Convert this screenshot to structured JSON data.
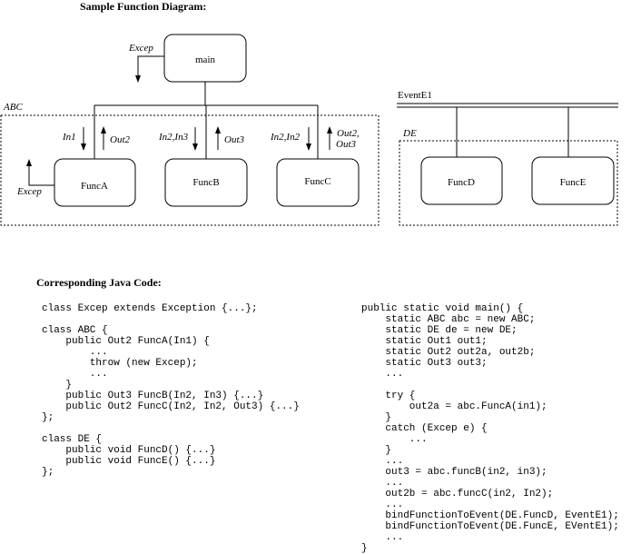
{
  "diagram": {
    "title": "Sample Function Diagram:",
    "main_label": "main",
    "main_exception": "Excep",
    "group_abc_label": "ABC",
    "group_de_label": "DE",
    "event_label": "EventE1",
    "funcs_abc": [
      {
        "label": "FuncA",
        "in_label": "In1",
        "out_label": "Out2"
      },
      {
        "label": "FuncB",
        "in_label": "In2,In3",
        "out_label": "Out3"
      },
      {
        "label": "FuncC",
        "in_label": "In2,In2",
        "out_label_1": "Out2,",
        "out_label_2": "Out3"
      }
    ],
    "funca_exception": "Excep",
    "funcs_de": [
      {
        "label": "FuncD"
      },
      {
        "label": "FuncE"
      }
    ]
  },
  "code": {
    "title": "Corresponding Java Code:",
    "left_lines": [
      "class Excep extends Exception {...};",
      "",
      "class ABC {",
      "    public Out2 FuncA(In1) {",
      "        ...",
      "        throw (new Excep);",
      "        ...",
      "    }",
      "    public Out3 FuncB(In2, In3) {...}",
      "    public Out2 FuncC(In2, In2, Out3) {...}",
      "};",
      "",
      "class DE {",
      "    public void FuncD() {...}",
      "    public void FuncE() {...}",
      "};"
    ],
    "right_lines": [
      "public static void main() {",
      "    static ABC abc = new ABC;",
      "    static DE de = new DE;",
      "    static Out1 out1;",
      "    static Out2 out2a, out2b;",
      "    static Out3 out3;",
      "    ...",
      "",
      "    try {",
      "        out2a = abc.FuncA(in1);",
      "    }",
      "    catch (Excep e) {",
      "        ...",
      "    }",
      "    ...",
      "    out3 = abc.funcB(in2, in3);",
      "    ...",
      "    out2b = abc.funcC(in2, In2);",
      "    ...",
      "    bindFunctionToEvent(DE.FuncD, EventE1);",
      "    bindFunctionToEvent(DE.FuncE, EVentE1);",
      "    ...",
      "}"
    ]
  }
}
